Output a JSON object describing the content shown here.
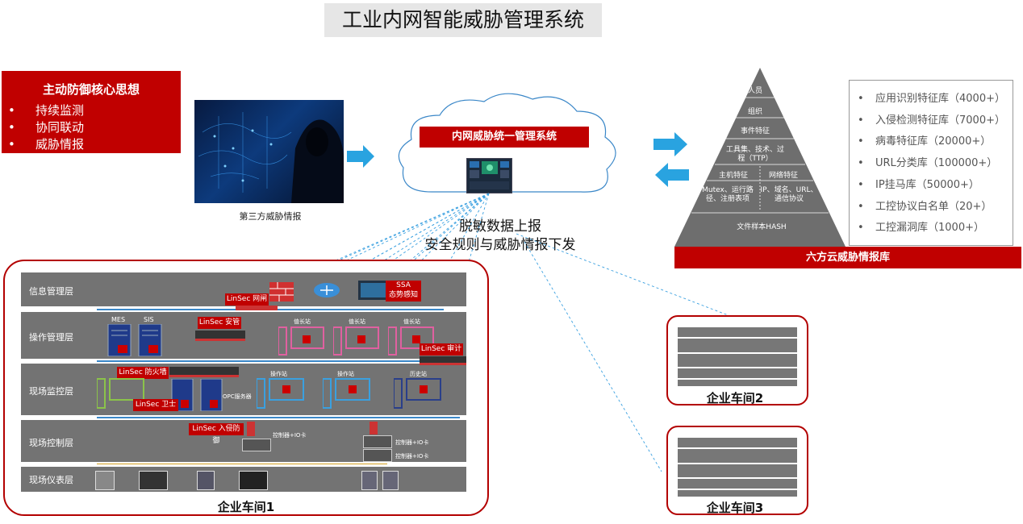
{
  "title": "工业内网智能威胁管理系统",
  "core": {
    "heading": "主动防御核心思想",
    "items": [
      "持续监测",
      "协同联动",
      "威胁情报"
    ]
  },
  "third_party": {
    "caption": "第三方威胁情报"
  },
  "cloud": {
    "label": "内网威胁统一管理系统",
    "line1": "脱敏数据上报",
    "line2": "安全规则与威胁情报下发"
  },
  "pyramid": {
    "levels": [
      "人员",
      "组织",
      "事件特征",
      "工具集、技术、过程（TTP）",
      "主机特征",
      "网络特征",
      "Mutex、运行路径、注册表项",
      "IP、域名、URL、通信协议",
      "文件样本HASH"
    ],
    "bar": "六方云威胁情报库"
  },
  "libraries": [
    "应用识别特征库（4000+）",
    "入侵检测特征库（7000+）",
    "病毒特征库（20000+）",
    "URL分类库（100000+）",
    "IP挂马库（50000+）",
    "工控协议白名单（20+）",
    "工控漏洞库（1000+）"
  ],
  "workshop1": {
    "caption": "企业车间1",
    "layers": [
      "信息管理层",
      "操作管理层",
      "现场监控层",
      "现场控制层",
      "现场仪表层"
    ],
    "devices": {
      "gateway": "LinSec 网闸",
      "ssa": "SSA",
      "ssa_sub": "态势感知",
      "audit": "LinSec 安管",
      "audit2": "LinSec 审计",
      "firewall": "LinSec 防火墙",
      "guard": "LinSec 卫士",
      "ids": "LinSec 入侵防御",
      "mes": "MES",
      "sis": "SIS",
      "eng1": "值长站",
      "eng2": "值长站",
      "eng3": "值长站",
      "op1": "操作站",
      "op2": "操作站",
      "hist": "历史站",
      "opc": "OPC服务器",
      "ctrl1": "控制器+IO卡",
      "ctrl2": "控制器+IO卡",
      "ctrl3": "控制器+IO卡"
    }
  },
  "workshop2": {
    "caption": "企业车间2"
  },
  "workshop3": {
    "caption": "企业车间3"
  }
}
